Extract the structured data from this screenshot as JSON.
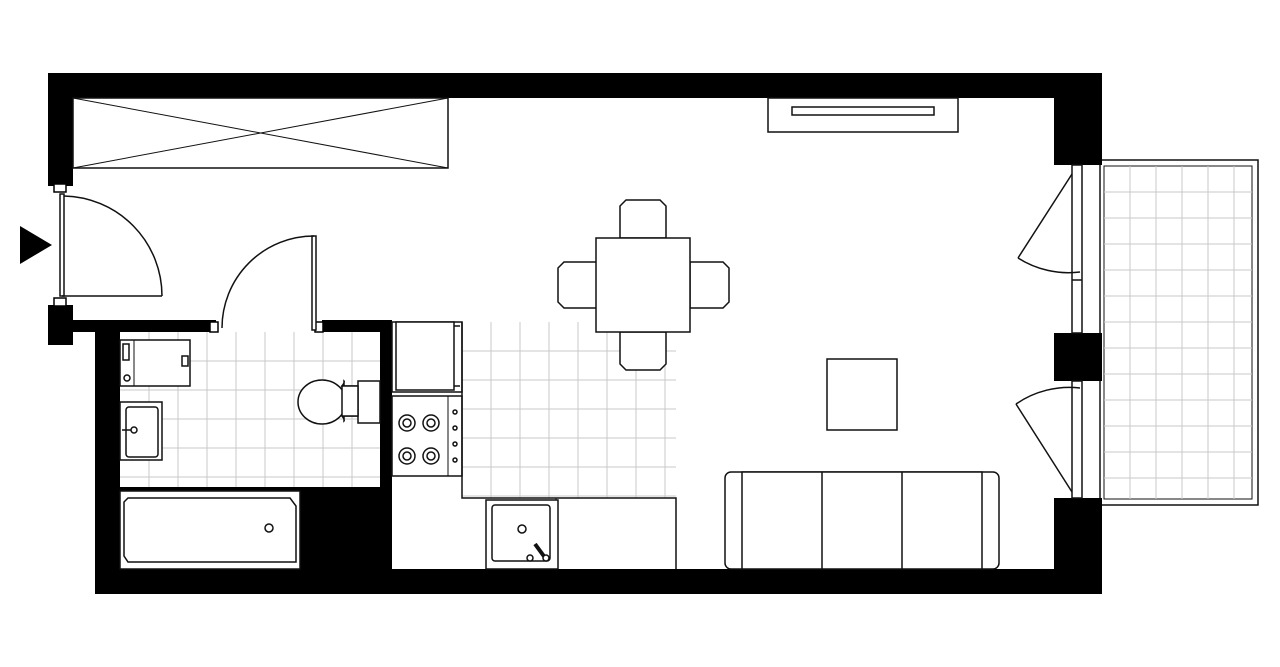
{
  "colors": {
    "background": "#ffffff",
    "wall": "#000000",
    "line": "#111111",
    "tile": "#c8c8c8"
  },
  "plan": {
    "type": "studio-apartment-floor-plan",
    "rooms": [
      "entrance-hall",
      "bathroom",
      "kitchenette",
      "living-dining-area",
      "balcony"
    ],
    "fixtures": {
      "bathroom": [
        "washing-machine",
        "washbasin",
        "toilet",
        "bathtub"
      ],
      "kitchen": [
        "refrigerator",
        "four-burner-hob",
        "kitchen-sink",
        "counter"
      ],
      "living": [
        "dining-table",
        "four-chairs",
        "coffee-table",
        "three-seat-sofa",
        "heater"
      ],
      "hall": [
        "wardrobe"
      ]
    },
    "entrance_marker_icon": "entrance-arrow-icon",
    "balcony_door_count": 2
  }
}
